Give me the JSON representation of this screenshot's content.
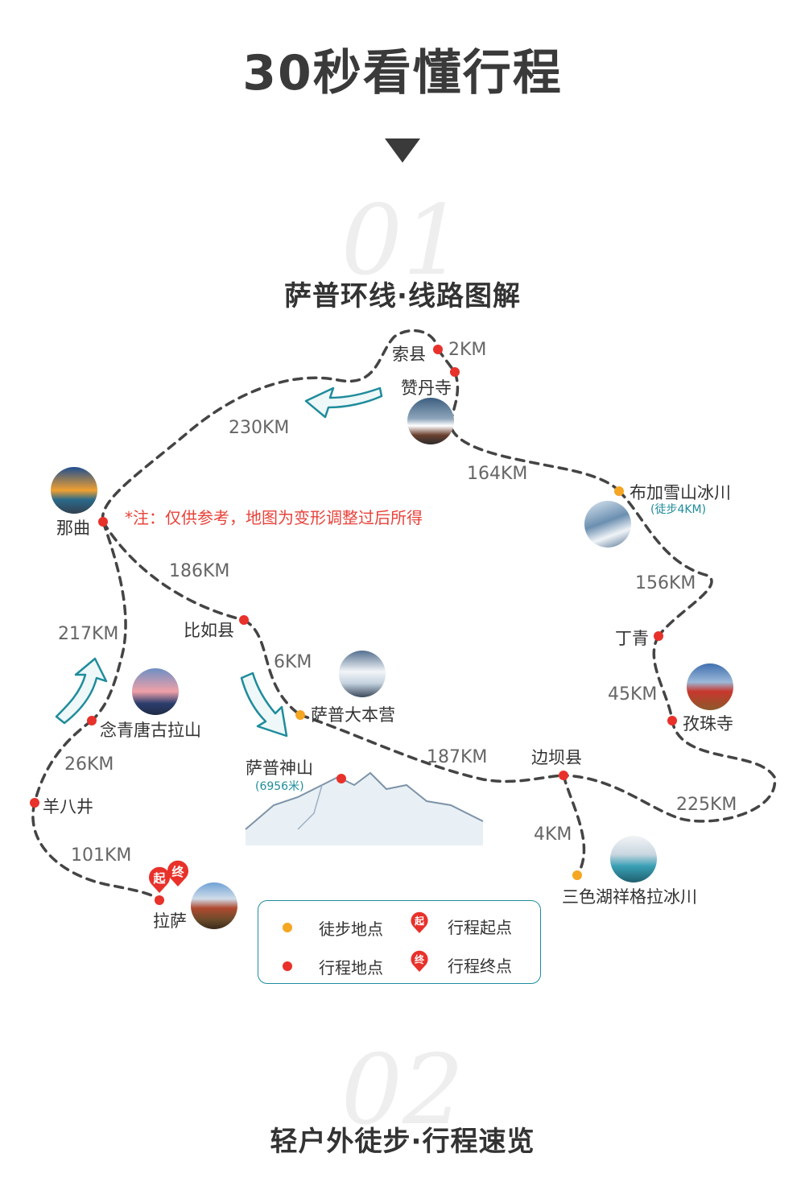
{
  "header": {
    "title": "30秒看懂行程"
  },
  "section1": {
    "number": "01",
    "title": "萨普环线·线路图解"
  },
  "section2": {
    "number": "02",
    "title": "轻户外徒步·行程速览"
  },
  "note": "*注：仅供参考，地图为变形调整过后所得",
  "places": {
    "suoxian": "索县",
    "zandansi": "赞丹寺",
    "bujia": "布加雪山冰川",
    "bujia_sub": "(徒步4KM)",
    "naqu": "那曲",
    "biru": "比如县",
    "dingqing": "丁青",
    "zizhusi": "孜珠寺",
    "sapu_base": "萨普大本营",
    "nianqing": "念青唐古拉山",
    "sapu_mountain": "萨普神山",
    "sapu_mountain_sub": "(6956米)",
    "bianba": "边坝县",
    "yangbajing": "羊八井",
    "lasa": "拉萨",
    "sanse": "三色湖祥格拉冰川"
  },
  "distances": {
    "d_suo_zan": "2KM",
    "d_naqu_suo": "230KM",
    "d_zan_bujia": "164KM",
    "d_bujia_ding": "156KM",
    "d_naqu_biru": "186KM",
    "d_naqu_nianqing": "217KM",
    "d_biru_base": "6KM",
    "d_ding_zizhu": "45KM",
    "d_base_bianba": "187KM",
    "d_nian_yang": "26KM",
    "d_zizhu_bianba": "225KM",
    "d_bianba_sanse": "4KM",
    "d_yang_lasa": "101KM"
  },
  "markers": {
    "start": "起",
    "end": "终"
  },
  "legend": {
    "hike_point": "徒步地点",
    "route_point": "行程地点",
    "start_point": "行程起点",
    "end_point": "行程终点"
  },
  "colors": {
    "route_dot": "#e8312a",
    "hike_dot": "#f5a623",
    "teal": "#1f8c9c",
    "route_line": "#444444"
  }
}
